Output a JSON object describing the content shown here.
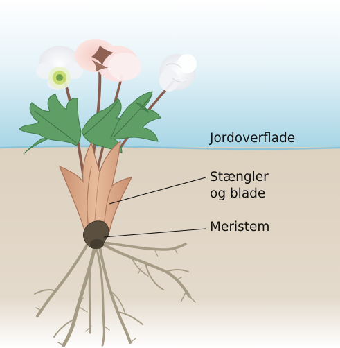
{
  "labels": {
    "surface": "Jordoverflade",
    "stems_line1": "Stængler",
    "stems_line2": "og blade",
    "meristem": "Meristem"
  },
  "colors": {
    "sky_top": "#ffffff",
    "sky_bottom": "#a7d5e5",
    "soil": "#e1d6c5",
    "leaf": "#5f9e64",
    "stem_sheath": "#d9ad8e",
    "root": "#a69b84",
    "meristem": "#5b5040"
  }
}
